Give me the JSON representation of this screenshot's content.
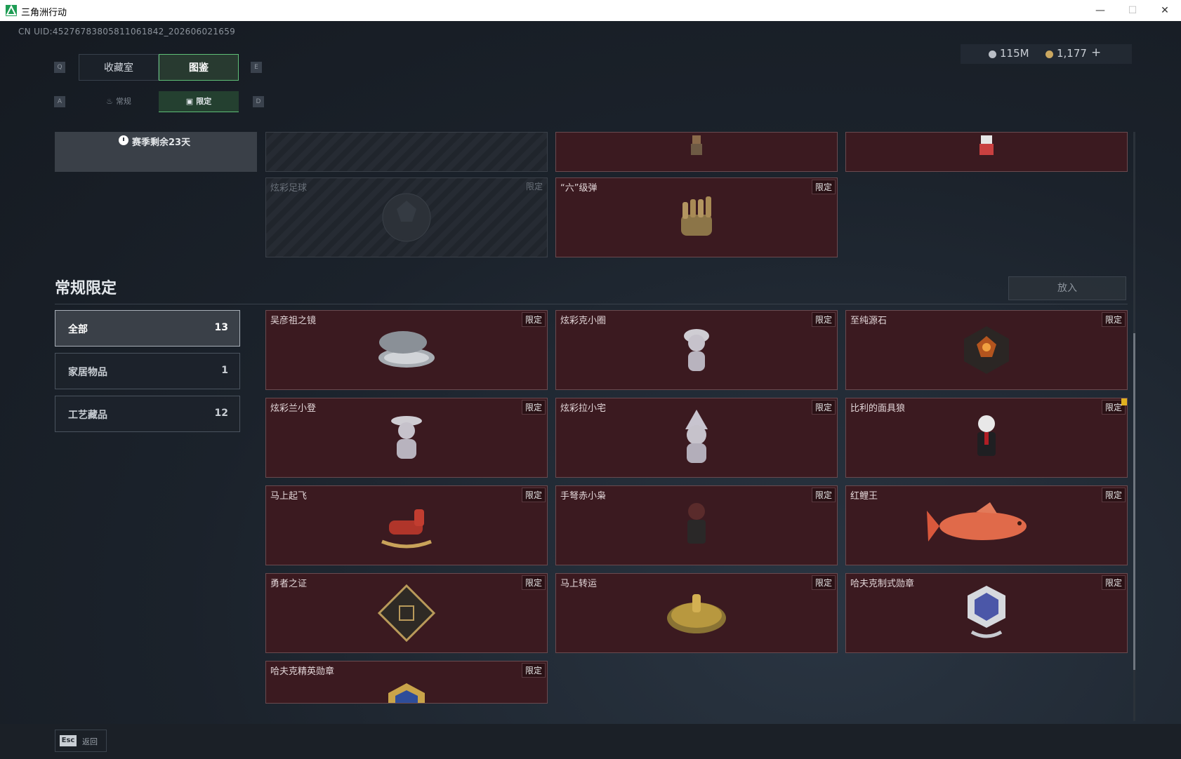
{
  "window": {
    "title": "三角洲行动",
    "minimize": "—",
    "maximize": "☐",
    "close": "✕"
  },
  "uid": "CN UID:4527678380581106184​2_202606021659",
  "currency": {
    "silver": "115M",
    "gold": "1,177",
    "plus": "+"
  },
  "keys": {
    "q": "Q",
    "e": "E",
    "a": "A",
    "d": "D",
    "esc": "Esc"
  },
  "tabs": [
    {
      "label": "收藏室"
    },
    {
      "label": "图鉴"
    }
  ],
  "subtabs": [
    {
      "label": "常规"
    },
    {
      "label": "限定"
    }
  ],
  "season": {
    "text": "赛季剩余23天"
  },
  "top_cards": [
    {
      "name": "",
      "badge": ""
    },
    {
      "name": "",
      "badge": ""
    },
    {
      "name": "",
      "badge": ""
    },
    {
      "name": "炫彩足球",
      "badge": "限定"
    },
    {
      "name": "“六”级弹",
      "badge": "限定"
    }
  ],
  "section": {
    "title": "常规限定",
    "put_button": "放入"
  },
  "categories": [
    {
      "label": "全部",
      "count": "13"
    },
    {
      "label": "家居物品",
      "count": "1"
    },
    {
      "label": "工艺藏品",
      "count": "12"
    }
  ],
  "items": [
    {
      "name": "吴彦祖之镜",
      "badge": "限定"
    },
    {
      "name": "炫彩克小圈",
      "badge": "限定"
    },
    {
      "name": "至纯源石",
      "badge": "限定"
    },
    {
      "name": "炫彩兰小登",
      "badge": "限定"
    },
    {
      "name": "炫彩拉小宅",
      "badge": "限定"
    },
    {
      "name": "比利的面具狼",
      "badge": "限定"
    },
    {
      "name": "马上起飞",
      "badge": "限定"
    },
    {
      "name": "手弩赤小枭",
      "badge": "限定"
    },
    {
      "name": "红鲤王",
      "badge": "限定"
    },
    {
      "name": "勇者之证",
      "badge": "限定"
    },
    {
      "name": "马上转运",
      "badge": "限定"
    },
    {
      "name": "哈夫克制式勋章",
      "badge": "限定"
    },
    {
      "name": "哈夫克精英勋章",
      "badge": "限定"
    }
  ],
  "bottom": {
    "back_label": "返回"
  }
}
